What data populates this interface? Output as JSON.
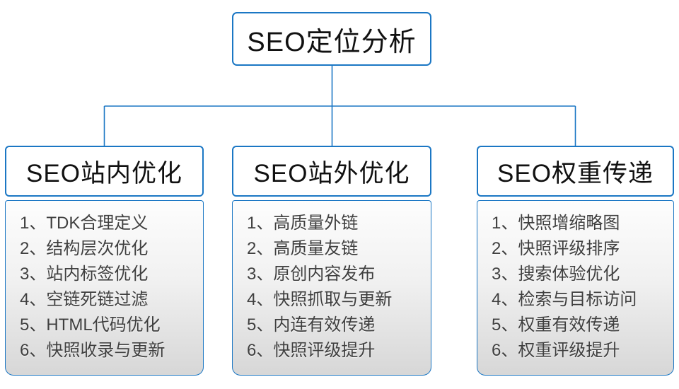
{
  "diagram": {
    "type": "org-chart",
    "root": {
      "label": "SEO定位分析"
    },
    "columns": [
      {
        "title": "SEO站内优化",
        "items": [
          "1、TDK合理定义",
          "2、结构层次优化",
          "3、站内标签优化",
          "4、空链死链过滤",
          "5、HTML代码优化",
          "6、快照收录与更新"
        ]
      },
      {
        "title": "SEO站外优化",
        "items": [
          "1、高质量外链",
          "2、高质量友链",
          "3、原创内容发布",
          "4、快照抓取与更新",
          "5、内连有效传递",
          "6、快照评级提升"
        ]
      },
      {
        "title": "SEO权重传递",
        "items": [
          "1、快照增缩略图",
          "2、快照评级排序",
          "3、搜索体验优化",
          "4、检索与目标访问",
          "5、权重有效传递",
          "6、权重评级提升"
        ]
      }
    ],
    "colors": {
      "border_blue": "#1b77c4",
      "connector_line": "#1b77c4",
      "header_text": "#111111",
      "item_text": "#3f3f3f",
      "panel_gradient_top": "#fdfdfd",
      "panel_gradient_bottom": "#d7d7d7",
      "background": "#ffffff"
    }
  }
}
